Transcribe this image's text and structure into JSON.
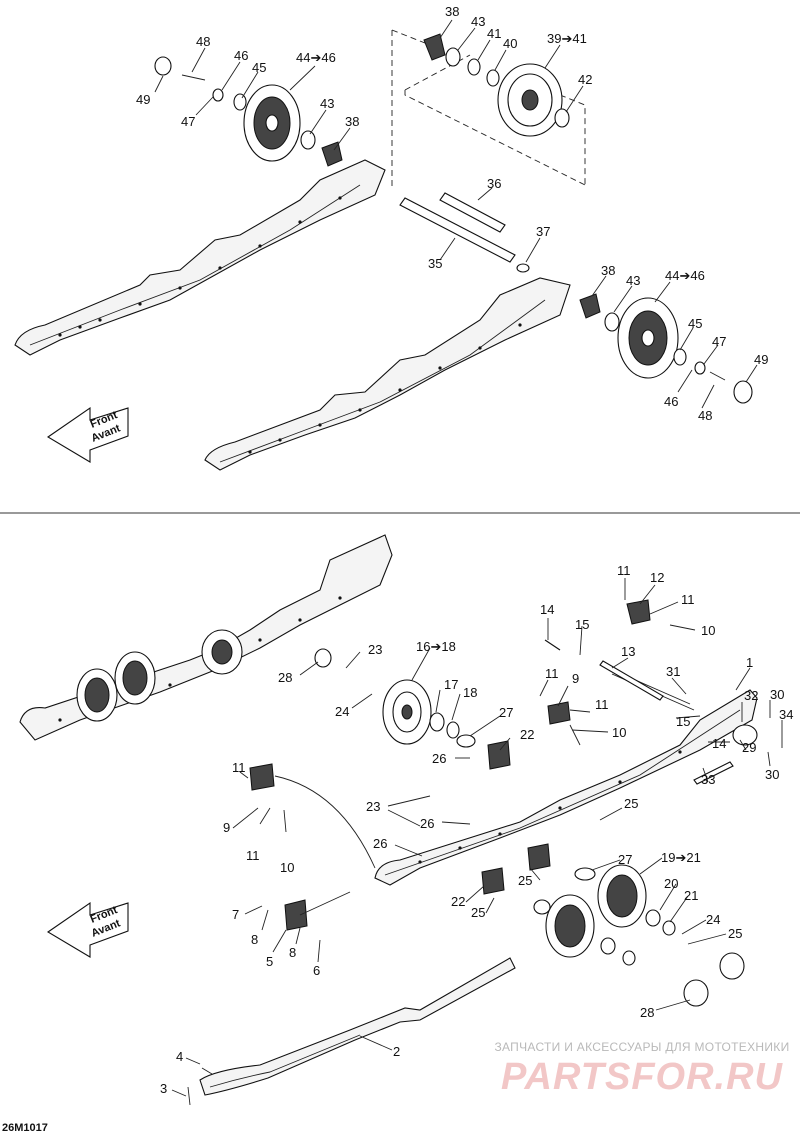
{
  "figure": {
    "code": "26M1017",
    "front_label": [
      "Front",
      "Avant"
    ],
    "colors": {
      "line": "#111111",
      "watermark_text": "#b9b9b9",
      "watermark_logo": "#f2c7c7"
    }
  },
  "top_callouts": [
    "38",
    "43",
    "41",
    "40",
    "39➔41",
    "42",
    "48",
    "46",
    "45",
    "44➔46",
    "49",
    "47",
    "43",
    "38",
    "36",
    "37",
    "35",
    "38",
    "43",
    "44➔46",
    "45",
    "47",
    "49",
    "46",
    "48"
  ],
  "bottom_callouts": [
    "1",
    "11",
    "12",
    "11",
    "10",
    "14",
    "15",
    "13",
    "11",
    "9",
    "11",
    "10",
    "31",
    "32",
    "30",
    "34",
    "15",
    "14",
    "29",
    "33",
    "30",
    "28",
    "23",
    "16➔18",
    "24",
    "17",
    "18",
    "27",
    "22",
    "26",
    "11",
    "9",
    "11",
    "10",
    "23",
    "26",
    "25",
    "26",
    "27",
    "19➔21",
    "25",
    "22",
    "25",
    "20",
    "21",
    "24",
    "25",
    "7",
    "8",
    "5",
    "8",
    "6",
    "28",
    "4",
    "2",
    "3"
  ],
  "watermark": {
    "caption": "ЗАПЧАСТИ И АКСЕССУАРЫ ДЛЯ МОТОТЕХНИКИ",
    "logo": "PARTSFOR.RU"
  }
}
